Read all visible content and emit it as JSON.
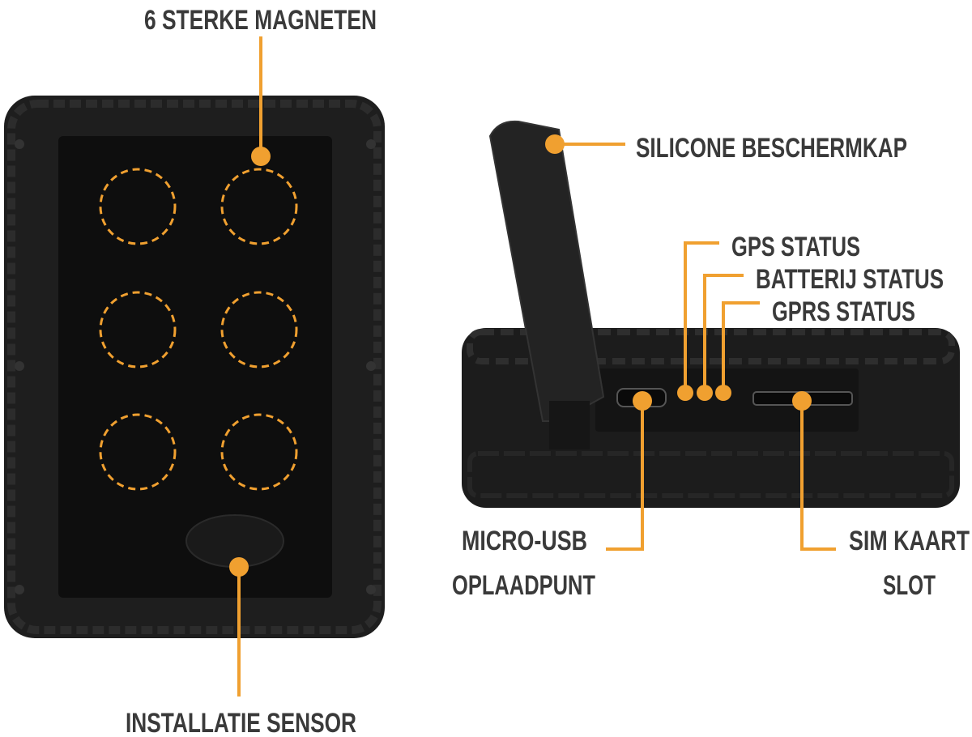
{
  "labels": {
    "magnets": "6 STERKE MAGNETEN",
    "sensor": "INSTALLATIE SENSOR",
    "cap": "SILICONE BESCHERMKAP",
    "gps": "GPS STATUS",
    "battery": "BATTERIJ STATUS",
    "gprs": "GPRS STATUS",
    "usb_line1": "MICRO-USB",
    "usb_line2": "OPLAADPUNT",
    "sim_line1": "SIM KAART",
    "sim_line2": "SLOT"
  },
  "colors": {
    "accent": "#f0a030",
    "text": "#3a3a3a",
    "device": "#1c1c1c"
  }
}
